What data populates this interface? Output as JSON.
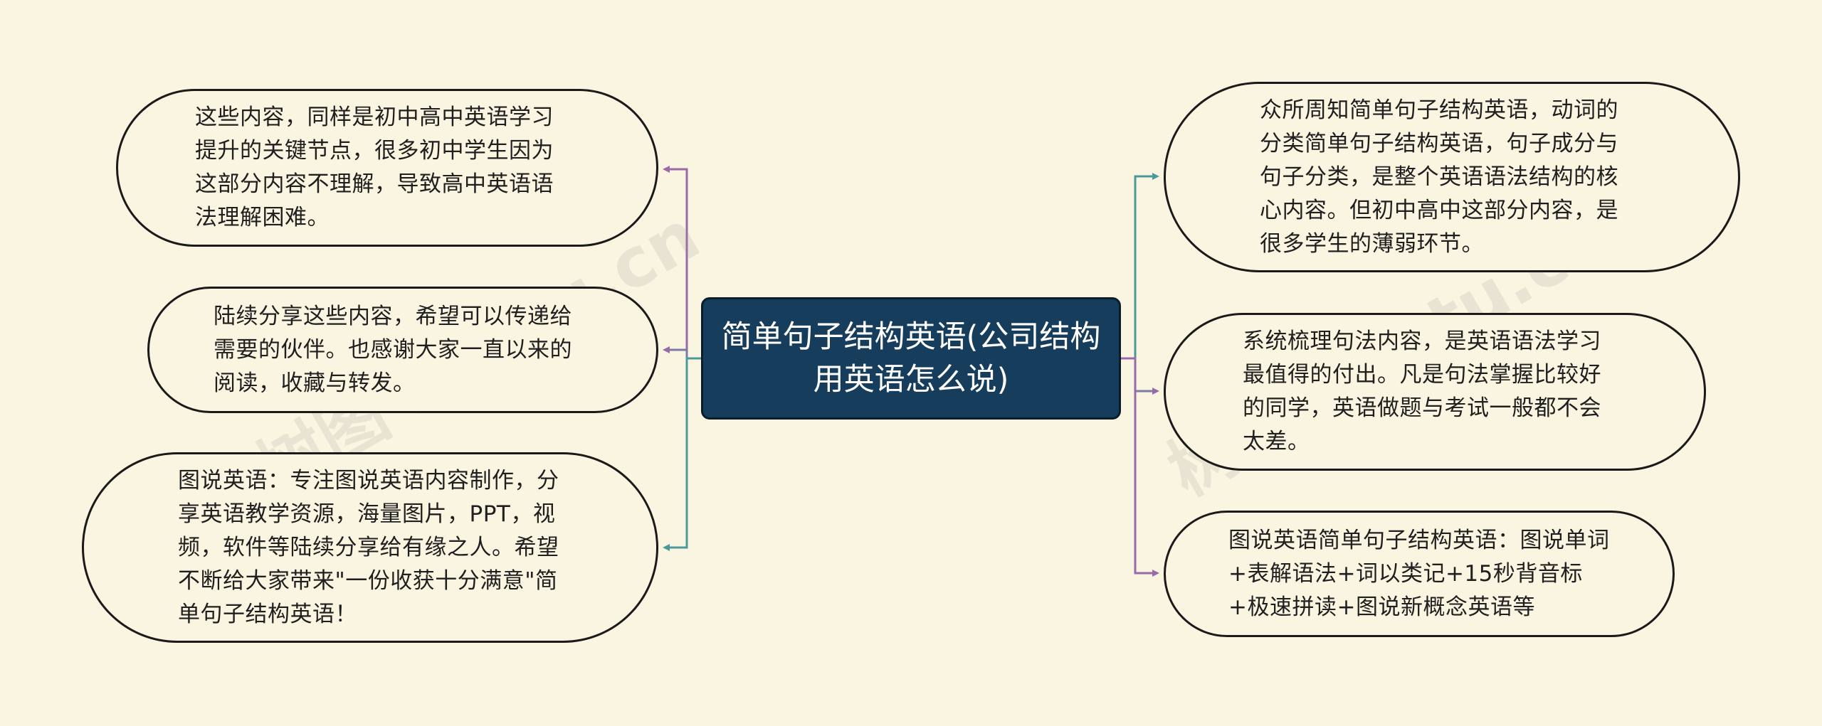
{
  "center": {
    "title": "简单句子结构英语(公司结构用英语怎么说)"
  },
  "left_nodes": [
    {
      "text": "这些内容，同样是初中高中英语学习提升的关键节点，很多初中学生因为这部分内容不理解，导致高中英语语法理解困难。"
    },
    {
      "text": "陆续分享这些内容，希望可以传递给需要的伙伴。也感谢大家一直以来的阅读，收藏与转发。"
    },
    {
      "text": "图说英语：专注图说英语内容制作，分享英语教学资源，海量图片，PPT，视频，软件等陆续分享给有缘之人。希望不断给大家带来\"一份收获十分满意\"简单句子结构英语！"
    }
  ],
  "right_nodes": [
    {
      "text": "众所周知简单句子结构英语，动词的分类简单句子结构英语，句子成分与句子分类，是整个英语语法结构的核心内容。但初中高中这部分内容，是很多学生的薄弱环节。"
    },
    {
      "text": "系统梳理句法内容，是英语语法学习最值得的付出。凡是句法掌握比较好的同学，英语做题与考试一般都不会太差。"
    },
    {
      "text": "图说英语简单句子结构英语：图说单词+表解语法+词以类记+15秒背音标+极速拼读+图说新概念英语等"
    }
  ],
  "watermarks": [
    "树图 shutu.cn",
    "树图 shutu.cn"
  ],
  "colors": {
    "background": "#faf5e0",
    "center_fill": "#173d5c",
    "link_teal": "#4a9a9a",
    "link_purple": "#9a6aa8"
  }
}
